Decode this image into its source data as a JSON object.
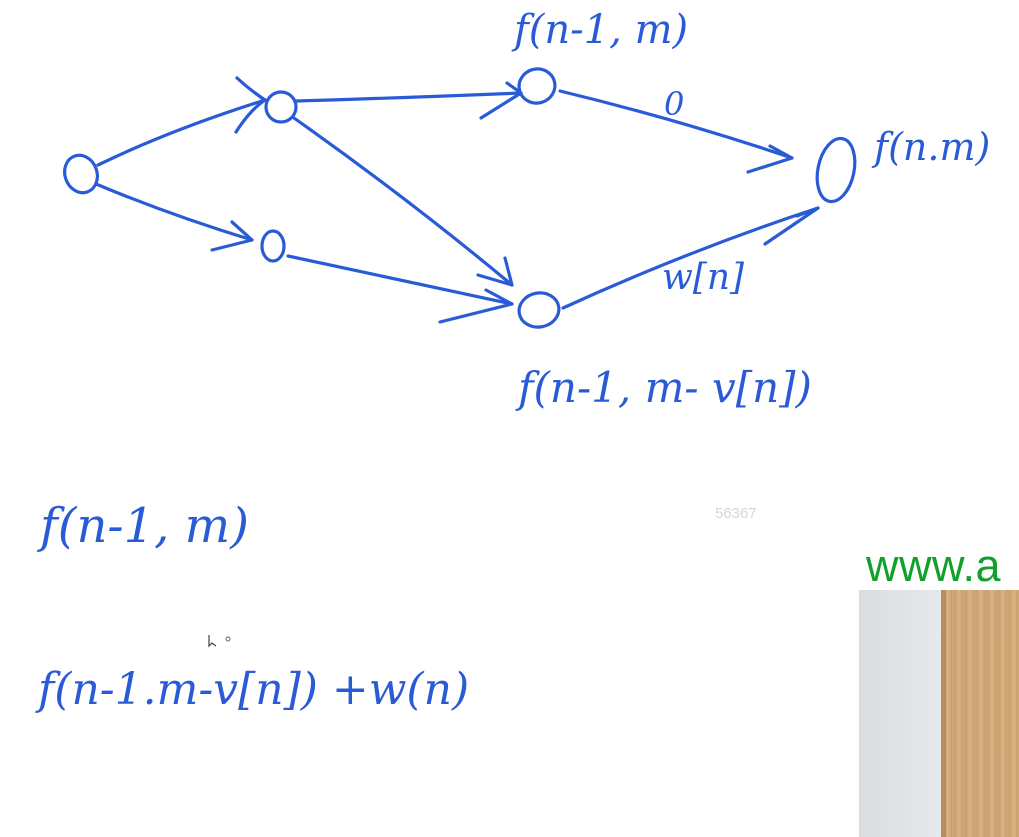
{
  "diagram": {
    "labels": {
      "top_node": "f(n-1, m)",
      "target_node": "f(n.m)",
      "bottom_node": "f(n-1, m- v[n])",
      "edge_top_weight": "0",
      "edge_bottom_weight": "w[n]"
    },
    "ink_color": "#2a5bd7"
  },
  "notes": {
    "line1": "f(n-1, m)",
    "line2": "f(n-1.m-v[n]) +w(n)"
  },
  "overlay": {
    "id_number": "56367",
    "watermark": "www.a",
    "watermark_color": "#11a02c"
  }
}
